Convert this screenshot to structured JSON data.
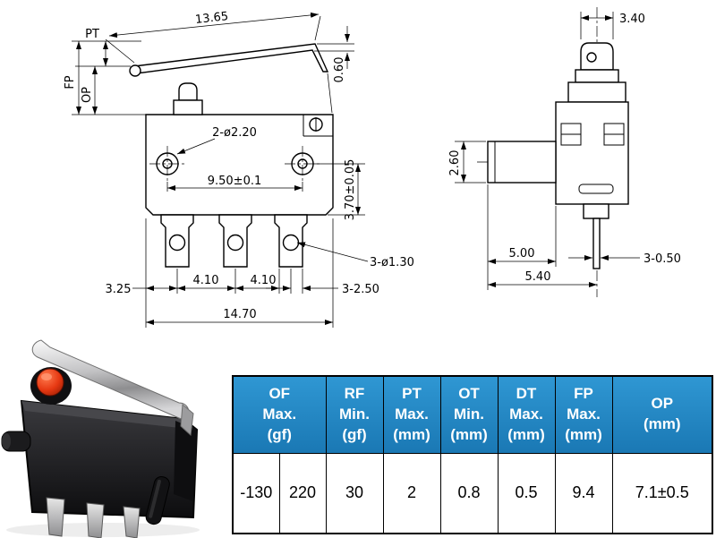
{
  "left_view": {
    "labels": {
      "lever_length": "13.65",
      "pt": "PT",
      "fp": "FP",
      "op": "OP",
      "lever_thickness": "0.60",
      "mount_holes": "2-ø2.20",
      "hole_pitch": "9.50±0.1",
      "body_height": "3.70±0.05",
      "terminal_holes": "3-ø1.30",
      "dim_3_25": "3.25",
      "dim_4_10_a": "4.10",
      "dim_4_10_b": "4.10",
      "terminal_width": "3-2.50",
      "total_width": "14.70"
    }
  },
  "right_view": {
    "labels": {
      "plunger_width": "3.40",
      "boss_diameter": "2.60",
      "dim_5_00": "5.00",
      "dim_5_40": "5.40",
      "pin_thickness": "3-0.50"
    }
  },
  "spec_table": {
    "headers": [
      "OF\nMax.\n(gf)",
      "RF\nMin.\n(gf)",
      "PT\nMax.\n(mm)",
      "OT\nMin.\n(mm)",
      "DT\nMax.\n(mm)",
      "FP\nMax.\n(mm)",
      "OP\n(mm)"
    ],
    "values": [
      "-130",
      "220",
      "30",
      "2",
      "0.8",
      "0.5",
      "9.4",
      "7.1±0.5"
    ]
  },
  "colors": {
    "table_header_blue": "#2189cb",
    "table_border": "#000000",
    "button_red": "#d73414"
  }
}
